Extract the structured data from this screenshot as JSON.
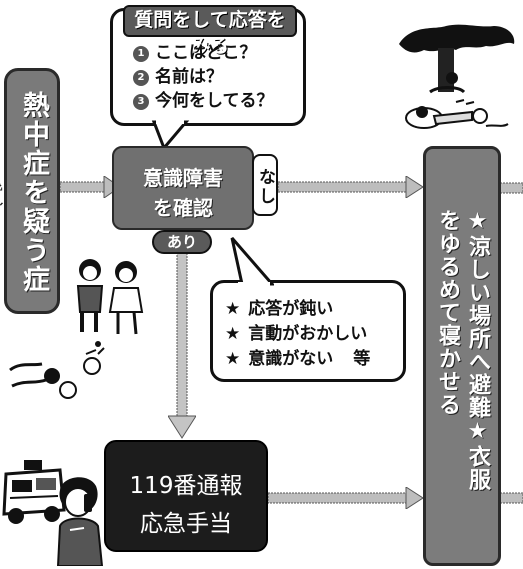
{
  "symptoms_box": {
    "label": "熱中症を疑う症状"
  },
  "question_bubble": {
    "title": "質問をして応答をみる",
    "items": [
      {
        "num": "1",
        "text": "ここはどこ？"
      },
      {
        "num": "2",
        "text": "名前は？"
      },
      {
        "num": "3",
        "text": "今何をしてる？"
      }
    ]
  },
  "consciousness_box": {
    "line1": "意識障害",
    "line2": "を確認"
  },
  "branch_no": "なし",
  "branch_yes": "あり",
  "signs_bubble": {
    "items": [
      {
        "star": "★",
        "text": "応答が鈍い"
      },
      {
        "star": "★",
        "text": "言動がおかしい"
      },
      {
        "star": "★",
        "text": "意識がない",
        "suffix": "等"
      }
    ]
  },
  "emergency_box": {
    "line1": "119番通報",
    "line2": "応急手当"
  },
  "cooling_box": {
    "label": "★涼しい場所へ避難★衣服をゆるめて寝かせる"
  },
  "colors": {
    "box_dark": "#6e6e6e",
    "box_black": "#1c1c1c",
    "arrow_gray": "#9a9a9a"
  },
  "icons": [
    "person-in-shade-illustration",
    "collapsed-children-illustration",
    "ambulance-illustration",
    "caller-on-phone-illustration"
  ]
}
